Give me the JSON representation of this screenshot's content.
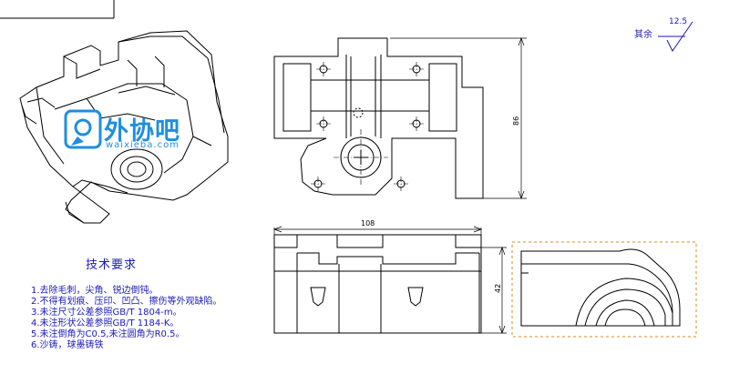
{
  "notes": {
    "title": "技术要求",
    "items": [
      "1.去除毛刺，尖角、锐边倒钝。",
      "2.不得有划痕、压印、凹凸、擦伤等外观缺陷。",
      "3.未注尺寸公差参照GB/T 1804-m。",
      "4.未注形状公差参照GB/T 1184-K。",
      "5.未注倒角为C0.5,未注圆角为R0.5。",
      "6.沙铸，球墨铸铁"
    ]
  },
  "roughness": {
    "label": "其余",
    "value": "12.5"
  },
  "dimensions": {
    "width": "108",
    "height_side": "86",
    "height_bottom": "42"
  },
  "watermark": {
    "brand": "外协吧",
    "url": "waixieba.com"
  },
  "colors": {
    "annotation": "#1a1ab8",
    "watermark": "#1f8ee0",
    "frame_dash": "#e08a1e",
    "line": "#000000"
  }
}
